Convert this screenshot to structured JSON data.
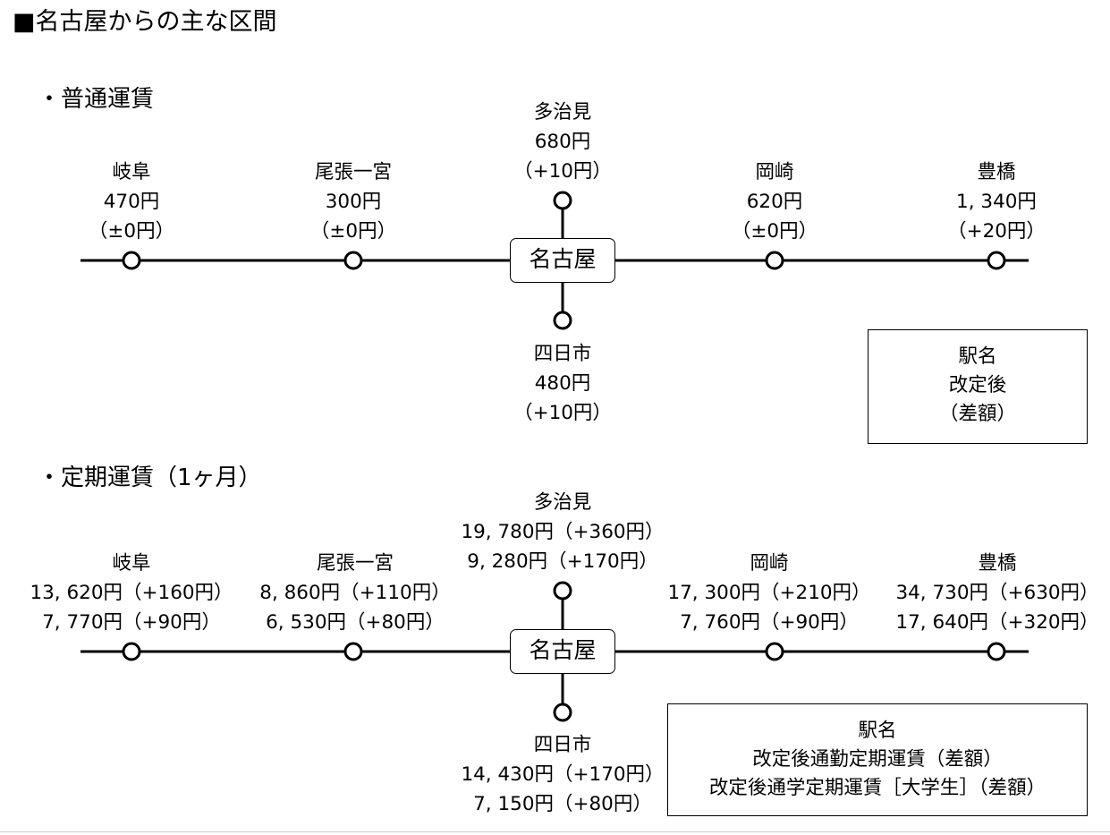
{
  "title": "■名古屋からの主な区間",
  "hub": "名古屋",
  "regular": {
    "heading": "・普通運賃",
    "stations": {
      "gifu": {
        "name": "岐阜",
        "lines": [
          "470円",
          "（±0円）"
        ]
      },
      "owari": {
        "name": "尾張一宮",
        "lines": [
          "300円",
          "（±0円）"
        ]
      },
      "tajimi": {
        "name": "多治見",
        "lines": [
          "680円",
          "（+10円）"
        ]
      },
      "okazaki": {
        "name": "岡崎",
        "lines": [
          "620円",
          "（±0円）"
        ]
      },
      "toyohashi": {
        "name": "豊橋",
        "lines": [
          "1, 340円",
          "（+20円）"
        ]
      },
      "yokkaichi": {
        "name": "四日市",
        "lines": [
          "480円",
          "（+10円）"
        ]
      }
    },
    "legend": [
      "駅名",
      "改定後",
      "（差額）"
    ]
  },
  "commuter": {
    "heading": "・定期運賃（1ヶ月）",
    "stations": {
      "gifu": {
        "name": "岐阜",
        "lines": [
          "13, 620円（+160円）",
          "7, 770円（+90円）"
        ]
      },
      "owari": {
        "name": "尾張一宮",
        "lines": [
          "8, 860円（+110円）",
          "6, 530円（+80円）"
        ]
      },
      "tajimi": {
        "name": "多治見",
        "lines": [
          "19, 780円（+360円）",
          "9, 280円（+170円）"
        ]
      },
      "okazaki": {
        "name": "岡崎",
        "lines": [
          "17, 300円（+210円）",
          "7, 760円（+90円）"
        ]
      },
      "toyohashi": {
        "name": "豊橋",
        "lines": [
          "34, 730円（+630円）",
          "17, 640円（+320円）"
        ]
      },
      "yokkaichi": {
        "name": "四日市",
        "lines": [
          "14, 430円（+170円）",
          "7, 150円（+80円）"
        ]
      }
    },
    "legend": [
      "駅名",
      "改定後通勤定期運賃（差額）",
      "改定後通学定期運賃［大学生］（差額）"
    ]
  }
}
